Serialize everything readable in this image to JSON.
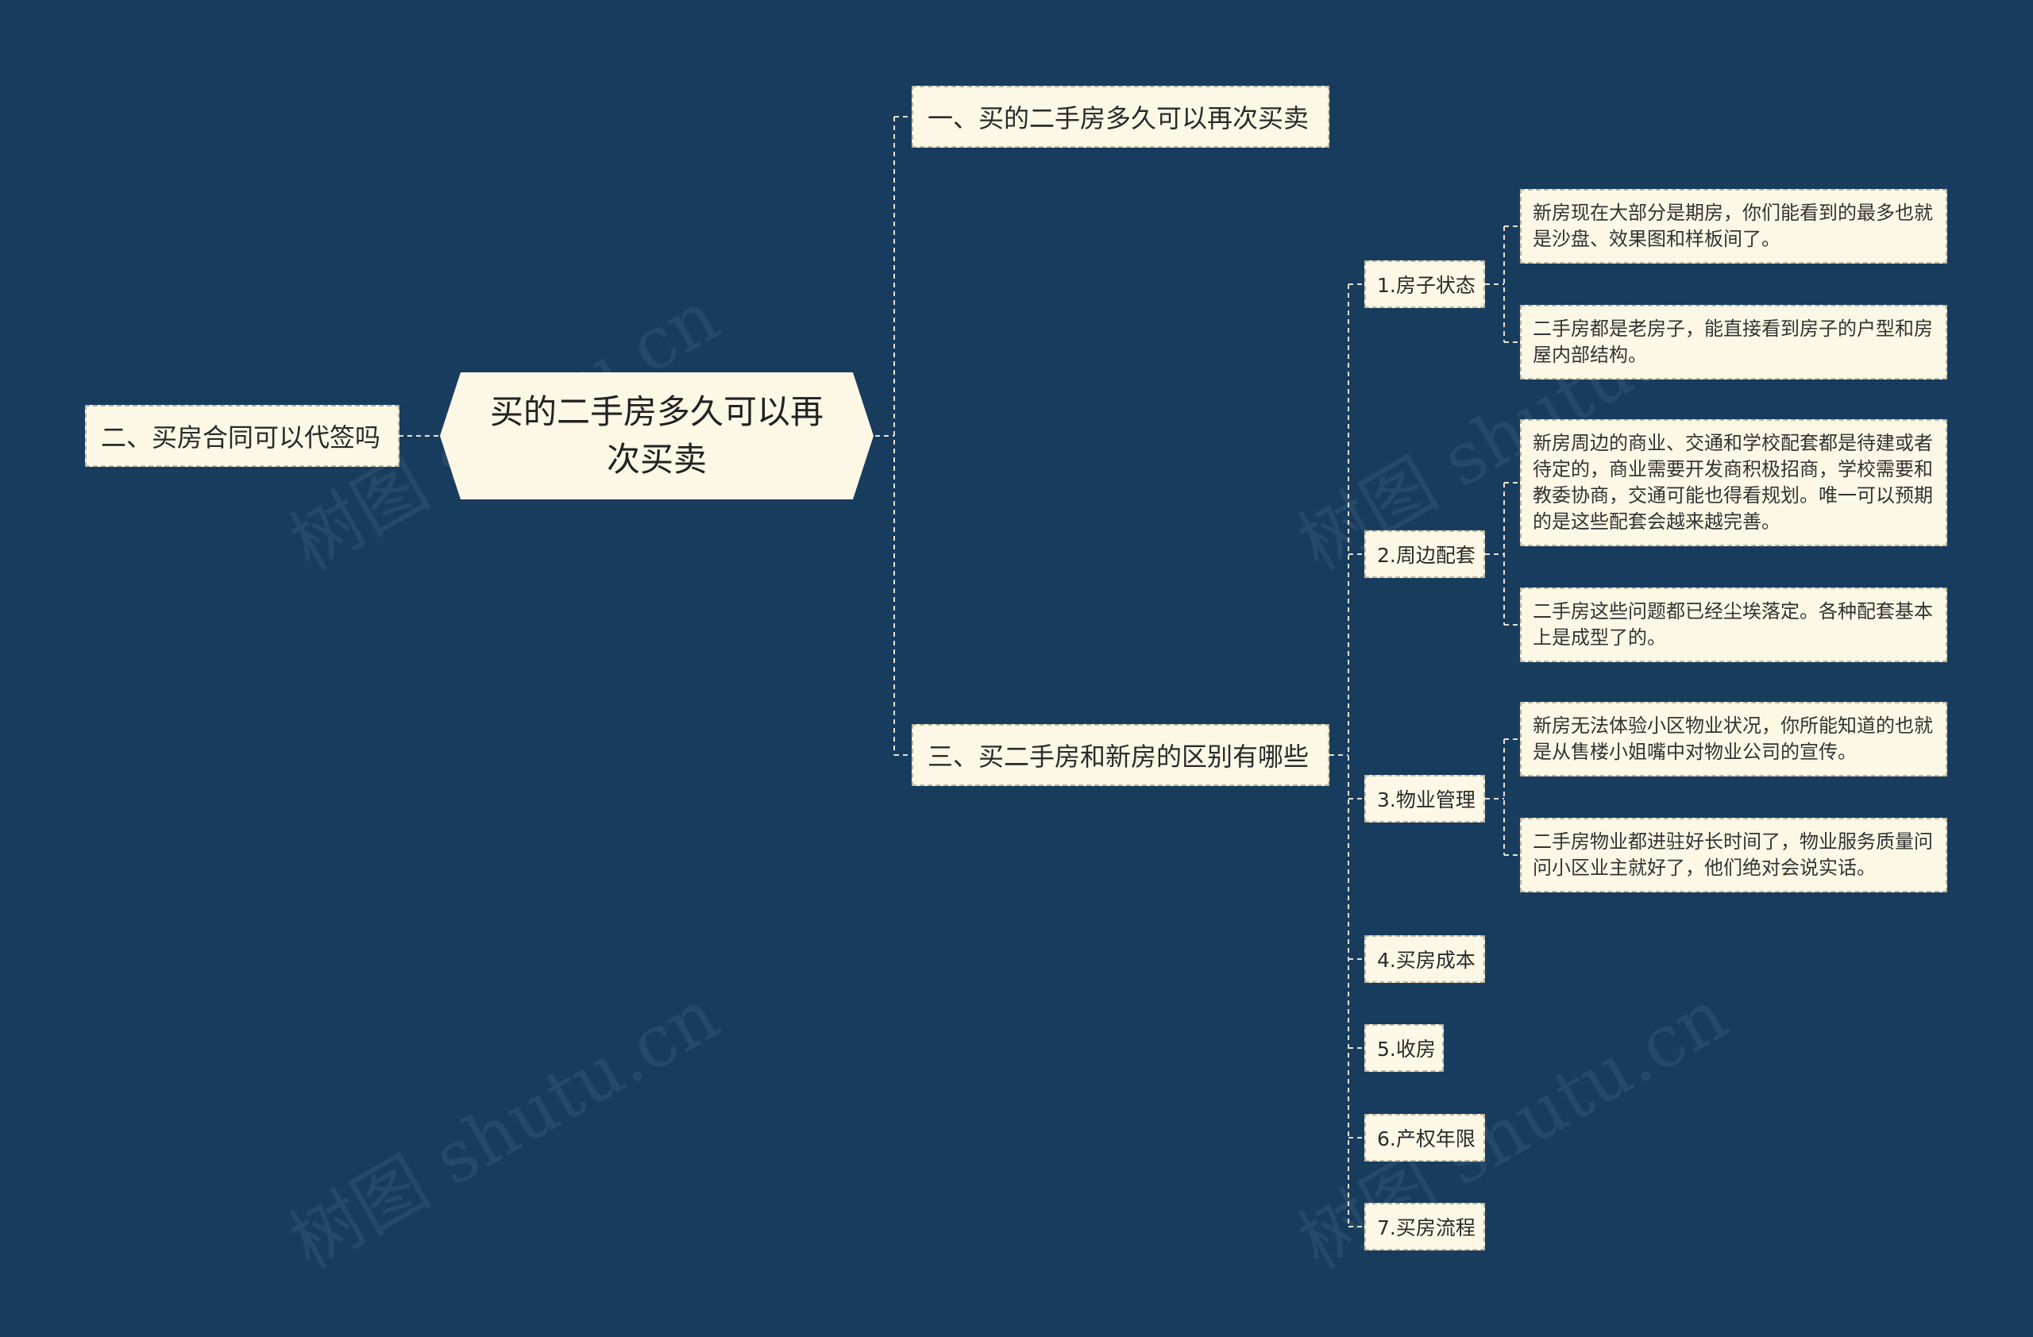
{
  "root": "买的二手房多久可以再次买卖",
  "left_branch": "二、买房合同可以代签吗",
  "right_branches": [
    "一、买的二手房多久可以再次买卖",
    "三、买二手房和新房的区别有哪些"
  ],
  "differences": [
    {
      "label": "1.房子状态",
      "details": [
        "新房现在大部分是期房，你们能看到的最多也就是沙盘、效果图和样板间了。",
        "二手房都是老房子，能直接看到房子的户型和房屋内部结构。"
      ]
    },
    {
      "label": "2.周边配套",
      "details": [
        "新房周边的商业、交通和学校配套都是待建或者待定的，商业需要开发商积极招商，学校需要和教委协商，交通可能也得看规划。唯一可以预期的是这些配套会越来越完善。",
        "二手房这些问题都已经尘埃落定。各种配套基本上是成型了的。"
      ]
    },
    {
      "label": "3.物业管理",
      "details": [
        "新房无法体验小区物业状况，你所能知道的也就是从售楼小姐嘴中对物业公司的宣传。",
        "二手房物业都进驻好长时间了，物业服务质量问问小区业主就好了，他们绝对会说实话。"
      ]
    },
    {
      "label": "4.买房成本",
      "details": []
    },
    {
      "label": "5.收房",
      "details": []
    },
    {
      "label": "6.产权年限",
      "details": []
    },
    {
      "label": "7.买房流程",
      "details": []
    }
  ],
  "colors": {
    "background": "#173c5e",
    "node_fill": "#fdf8e6",
    "connector": "#e8e2cf"
  }
}
